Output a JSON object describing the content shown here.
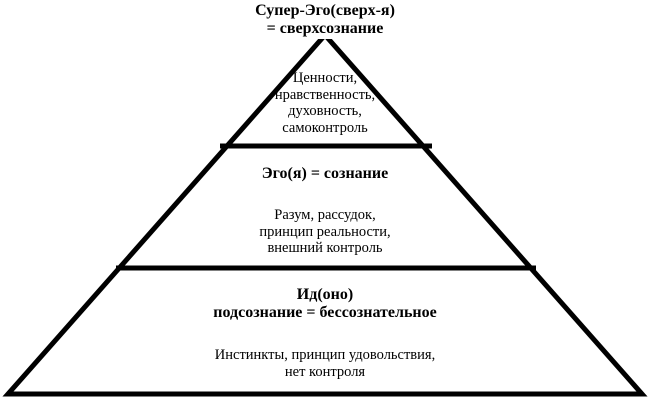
{
  "levels": [
    {
      "title_line1": "Супер-Эго(сверх-я)",
      "title_line2": "= сверхсознание",
      "description": [
        "Ценности,",
        "нравственность,",
        "духовность,",
        "самоконтроль"
      ]
    },
    {
      "title_line1": "Эго(я) = сознание",
      "description": [
        "Разум, рассудок,",
        "принцип реальности,",
        "внешний контроль"
      ]
    },
    {
      "title_line1": "Ид(оно)",
      "title_line2": "подсознание = бессознательное",
      "description": [
        "Инстинкты, принцип удовольствия,",
        "нет контроля"
      ]
    }
  ]
}
